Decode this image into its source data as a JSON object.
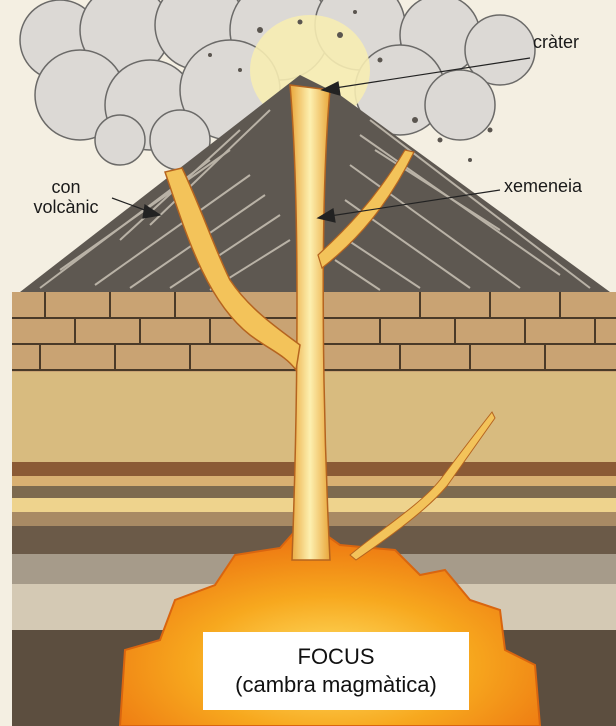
{
  "labels": {
    "crater": "cràter",
    "chimney": "xemeneia",
    "cone_line1": "con",
    "cone_line2": "volcànic",
    "focus_line1": "FOCUS",
    "focus_line2": "(cambra magmàtica)"
  },
  "colors": {
    "magma": "#f5c04a",
    "magma_core": "#fde9a4",
    "chamber": "#f59a1e",
    "cone": "#5d5750",
    "smoke": "#d9d6d2"
  }
}
